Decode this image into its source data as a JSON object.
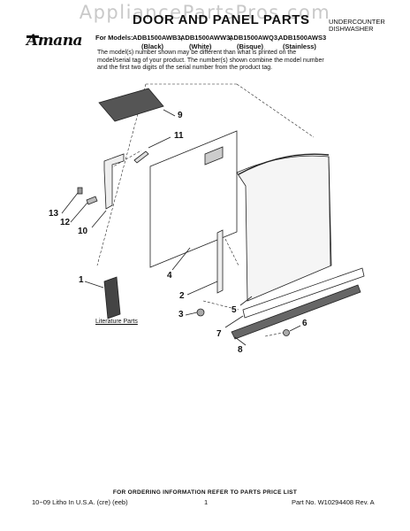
{
  "watermark": "AppliancePartsPros.com",
  "title": "DOOR AND PANEL PARTS",
  "appliance_type": [
    "UNDERCOUNTER",
    "DISHWASHER"
  ],
  "brand": "Amana",
  "models_label": "For Models:",
  "models": [
    "ADB1500AWB3,",
    "ADB1500AWW3,",
    "ADB1500AWQ3,",
    "ADB1500AWS3"
  ],
  "colors": [
    "(Black)",
    "(White)",
    "(Bisque)",
    "(Stainless)"
  ],
  "note": "The model(s) number shown may be different than what is printed on the model/serial tag of your product. The number(s) shown combine the model number and the first two digits of the serial number from the product tag.",
  "callouts": [
    "9",
    "11",
    "13",
    "12",
    "10",
    "4",
    "1",
    "2",
    "3",
    "5",
    "7",
    "6",
    "8"
  ],
  "literature_label": "Literature Parts",
  "ordering_info": "FOR ORDERING INFORMATION REFER TO PARTS PRICE LIST",
  "footer": {
    "left": "10−09 Litho In U.S.A. (cre) (eeb)",
    "page": "1",
    "part_no": "Part No. W10294408 Rev. A"
  }
}
